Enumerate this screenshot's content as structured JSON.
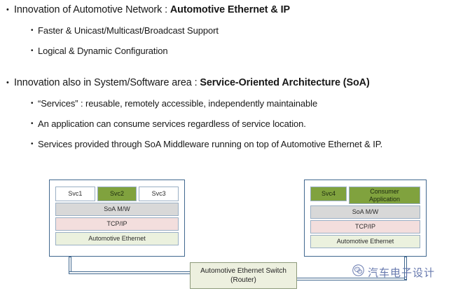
{
  "slide": {
    "bullets": [
      {
        "level": 1,
        "text_plain": "Innovation of Automotive Network : Automotive Ethernet & IP",
        "text_normal": "Innovation of Automotive Network : ",
        "text_bold": "Automotive Ethernet & IP",
        "marker": "•"
      },
      {
        "level": 2,
        "text_plain": "Faster & Unicast/Multicast/Broadcast Support",
        "text_normal": "Faster & Unicast/Multicast/Broadcast Support",
        "text_bold": "",
        "marker": "•"
      },
      {
        "level": 2,
        "text_plain": "Logical & Dynamic Configuration",
        "text_normal": "Logical & Dynamic Configuration",
        "text_bold": "",
        "marker": "•"
      },
      {
        "level": 1,
        "text_plain": "Innovation also in System/Software area : Service-Oriented Architecture (SoA)",
        "text_normal": "Innovation also in System/Software area : ",
        "text_bold": "Service-Oriented Architecture (SoA)",
        "marker": "•"
      },
      {
        "level": 2,
        "text_plain": "“Services” : reusable, remotely accessible, independently maintainable",
        "text_normal": "“Services” : reusable, remotely accessible, independently maintainable",
        "text_bold": "",
        "marker": "•"
      },
      {
        "level": 2,
        "text_plain": "An application can consume services regardless of service location.",
        "text_normal": "An application can consume services regardless of service location.",
        "text_bold": "",
        "marker": "•"
      },
      {
        "level": 2,
        "text_plain": "Services provided through SoA Middleware running on top of Automotive Ethernet & IP.",
        "text_normal": "Services provided through SoA Middleware running on top of Automotive Ethernet & IP.",
        "text_bold": "",
        "marker": "•"
      }
    ]
  },
  "diagram": {
    "left_node": {
      "services": [
        {
          "label": "Svc1",
          "style": "white"
        },
        {
          "label": "Svc2",
          "style": "green"
        },
        {
          "label": "Svc3",
          "style": "white"
        }
      ],
      "layers": [
        {
          "label": "SoA M/W",
          "color": "#d8d8d8"
        },
        {
          "label": "TCP/IP",
          "color": "#f3dedd"
        },
        {
          "label": "Automotive Ethernet",
          "color": "#ebf1de"
        }
      ]
    },
    "right_node": {
      "services": [
        {
          "label": "Svc4",
          "style": "green"
        },
        {
          "label_line1": "Consumer",
          "label_line2": "Application",
          "style": "green"
        }
      ],
      "layers": [
        {
          "label": "SoA M/W",
          "color": "#d8d8d8"
        },
        {
          "label": "TCP/IP",
          "color": "#f3dedd"
        },
        {
          "label": "Automotive Ethernet",
          "color": "#ebf1de"
        }
      ]
    },
    "switch": {
      "line1": "Automotive Ethernet Switch",
      "line2": "(Router)"
    },
    "colors": {
      "border_blue": "#41688f",
      "service_green": "#80a23e",
      "layer_gray": "#d8d8d8",
      "layer_pink": "#f3dedd",
      "layer_palegreen": "#ebf1de",
      "switch_fill": "#edf0df"
    }
  },
  "watermark": {
    "text": "汽车电子设计",
    "icon": "wechat-icon",
    "color": "#5b6ea8"
  }
}
